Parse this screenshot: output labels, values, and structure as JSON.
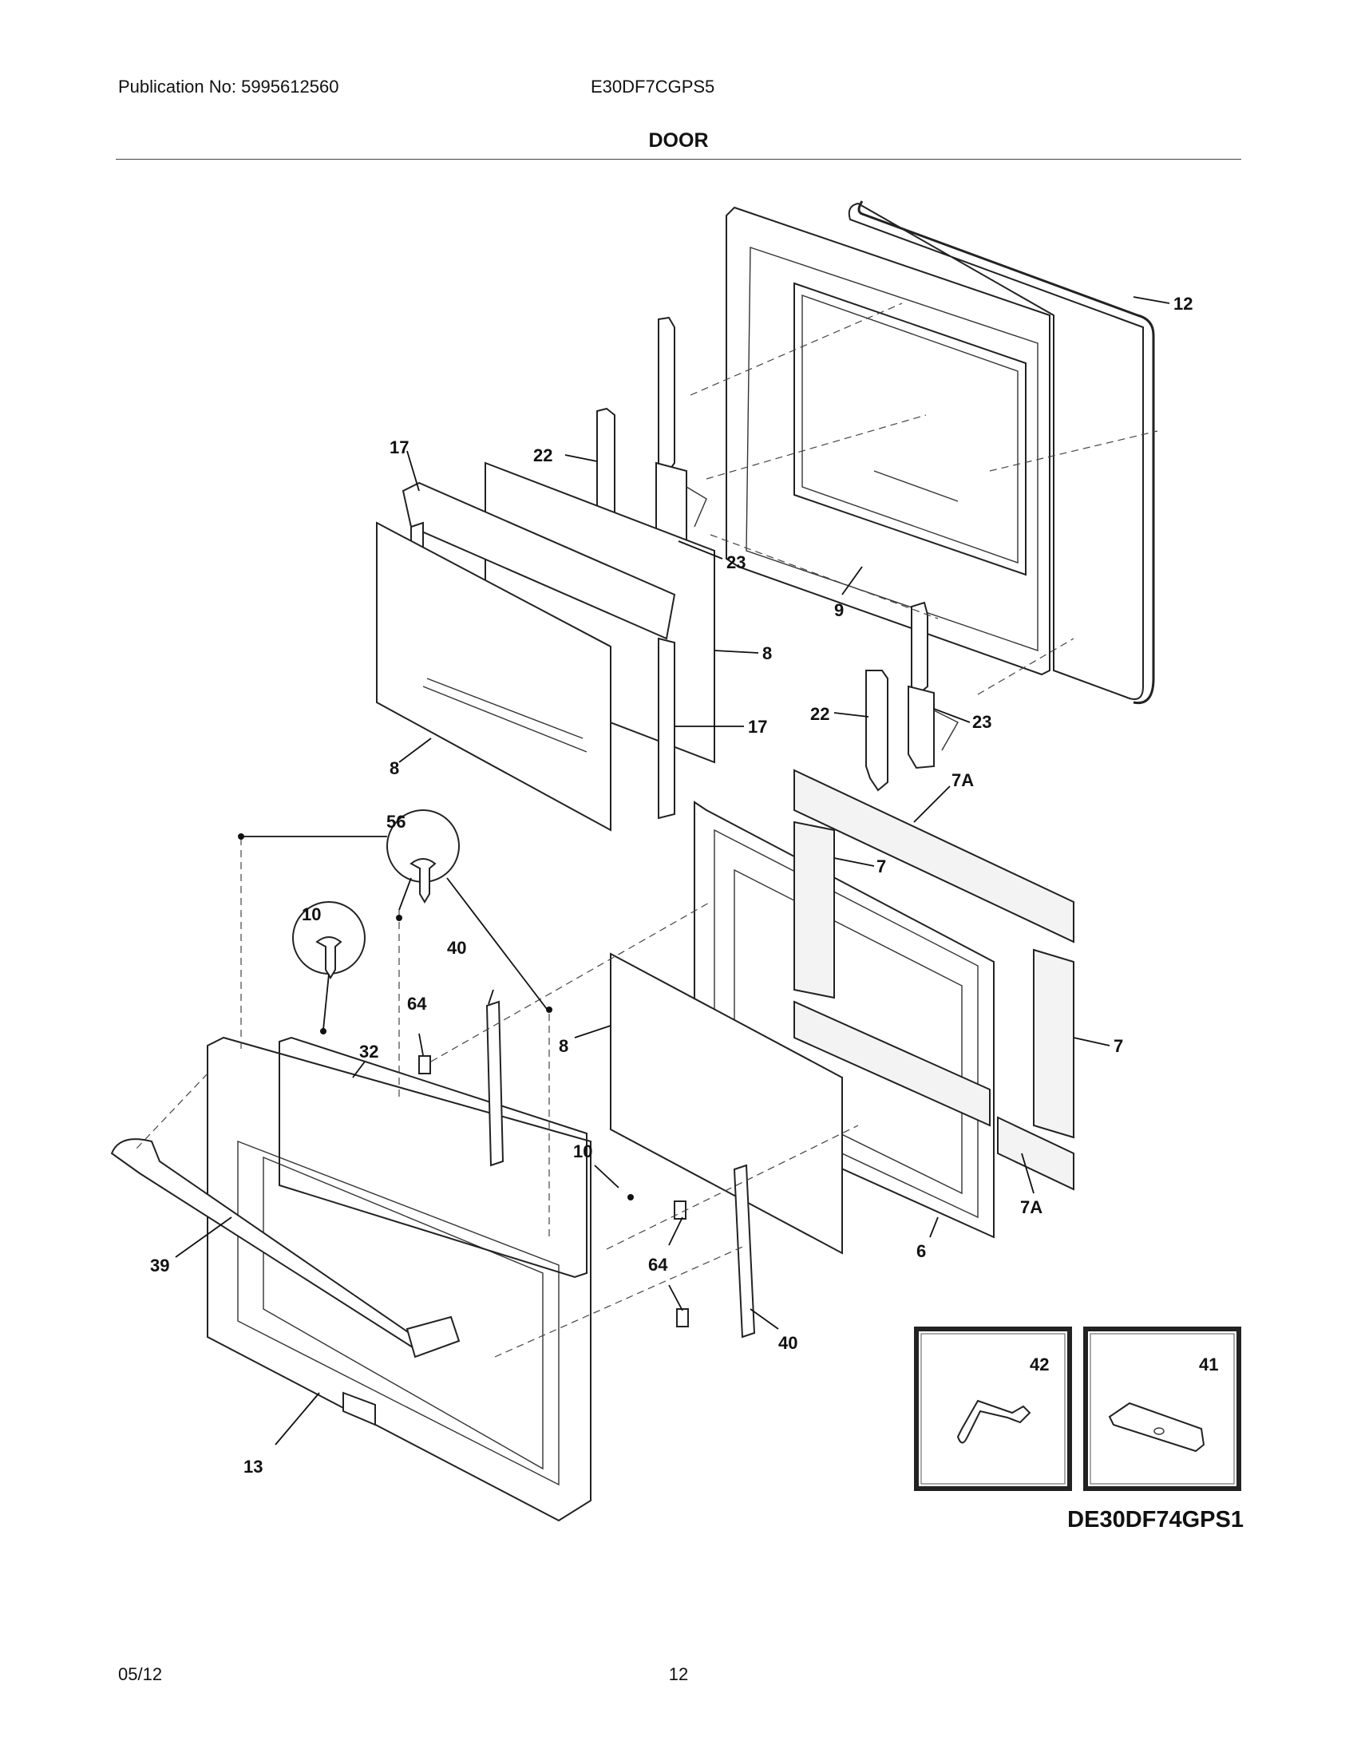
{
  "header": {
    "publication": "Publication No: 5995612560",
    "model": "E30DF7CGPS5",
    "section_title": "DOOR"
  },
  "diagram": {
    "callouts": [
      "12",
      "17",
      "22",
      "23",
      "9",
      "8",
      "17",
      "8",
      "22",
      "23",
      "7A",
      "7",
      "7",
      "7A",
      "6",
      "56",
      "10",
      "40",
      "64",
      "32",
      "8",
      "10",
      "39",
      "64",
      "40",
      "13",
      "42",
      "41"
    ],
    "diagram_code": "DE30DF74GPS1"
  },
  "footer": {
    "date": "05/12",
    "page_number": "12"
  }
}
